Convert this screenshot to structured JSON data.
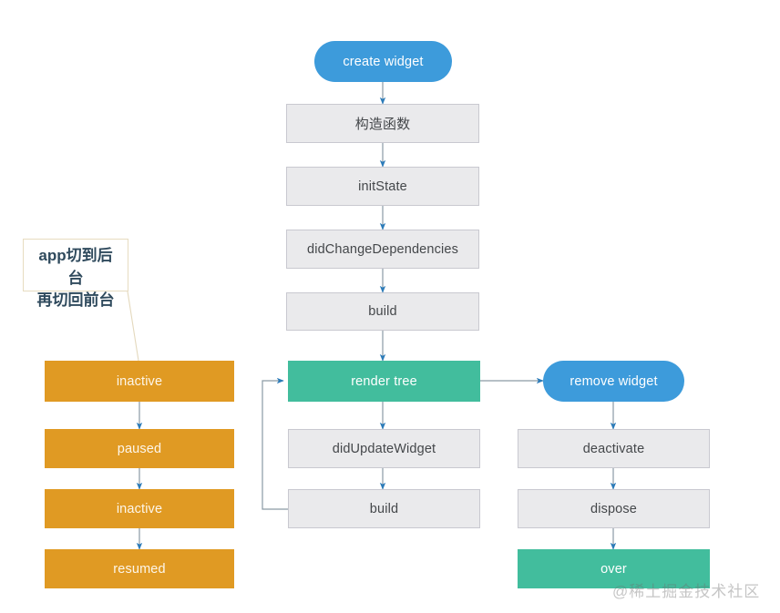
{
  "diagram": {
    "title": "Flutter Widget Lifecycle Flowchart",
    "background": "#ffffff",
    "colors": {
      "blue": "#3d9bdb",
      "green": "#42bd9d",
      "orange": "#e09a23",
      "gray_fill": "#eaeaec",
      "gray_border": "#c9c9d0",
      "edge_line": "#8a9aa5",
      "arrow_head": "#2b7bb9",
      "callout_text": "#2f4a5d",
      "callout_border": "#e7dcc0"
    },
    "nodes": {
      "create_widget": "create widget",
      "constructor": "构造函数",
      "init_state": "initState",
      "did_change_dependencies": "didChangeDependencies",
      "build": "build",
      "render_tree": "render tree",
      "did_update_widget": "didUpdateWidget",
      "build2": "build",
      "remove_widget": "remove widget",
      "deactivate": "deactivate",
      "dispose": "dispose",
      "over": "over",
      "inactive1": "inactive",
      "paused": "paused",
      "inactive2": "inactive",
      "resumed": "resumed"
    },
    "callout": {
      "line1": "app切到后台",
      "line2": "再切回前台"
    },
    "watermark": "@稀土掘金技术社区"
  }
}
